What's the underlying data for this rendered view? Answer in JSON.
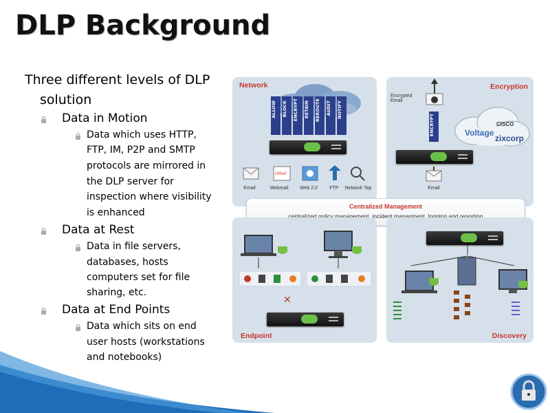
{
  "slide": {
    "title": "DLP Background",
    "intro_line1": "Three different levels of DLP",
    "intro_line2": "solution",
    "sections": [
      {
        "heading": "Data in Motion",
        "detail_lines": [
          "Data which uses HTTP,",
          "FTP, IM, P2P and SMTP",
          "protocols are mirrored in",
          "the DLP server for",
          "inspection where visibility",
          "is enhanced"
        ]
      },
      {
        "heading": "Data at Rest",
        "detail_lines": [
          "Data in file servers,",
          "databases, hosts",
          "computers set for file",
          "sharing, etc."
        ]
      },
      {
        "heading": "Data at End Points",
        "detail_lines": [
          "Data which sits on end",
          "user hosts (workstations",
          "and notebooks)"
        ]
      }
    ]
  },
  "diagram": {
    "network_label": "Network",
    "encryption_label": "Encryption",
    "endpoint_label": "Endpoint",
    "discovery_label": "Discovery",
    "actions": [
      "ALLOW",
      "BLOCK",
      "ENCRYPT",
      "RETAIN",
      "REROUTE",
      "AUDIT",
      "NOTIFY"
    ],
    "encrypt_action": "ENCRYPT",
    "network_items": [
      "Email",
      "Webmail",
      "Web 2.0",
      "FTP",
      "Network Tap"
    ],
    "encrypted_email": "Encrypted\nEmail",
    "email_label": "Email",
    "brands": [
      "Voltage",
      "CISCO",
      "zixcorp"
    ],
    "central_title": "Centralized Management",
    "central_subtitle": "centralized policy management, incident managment, logging and reporting",
    "colors": {
      "panel": "#d6e0ea",
      "accent_red": "#c8362b",
      "lock_green": "#6cc04a",
      "slide_blue": "#1f6db8"
    }
  }
}
